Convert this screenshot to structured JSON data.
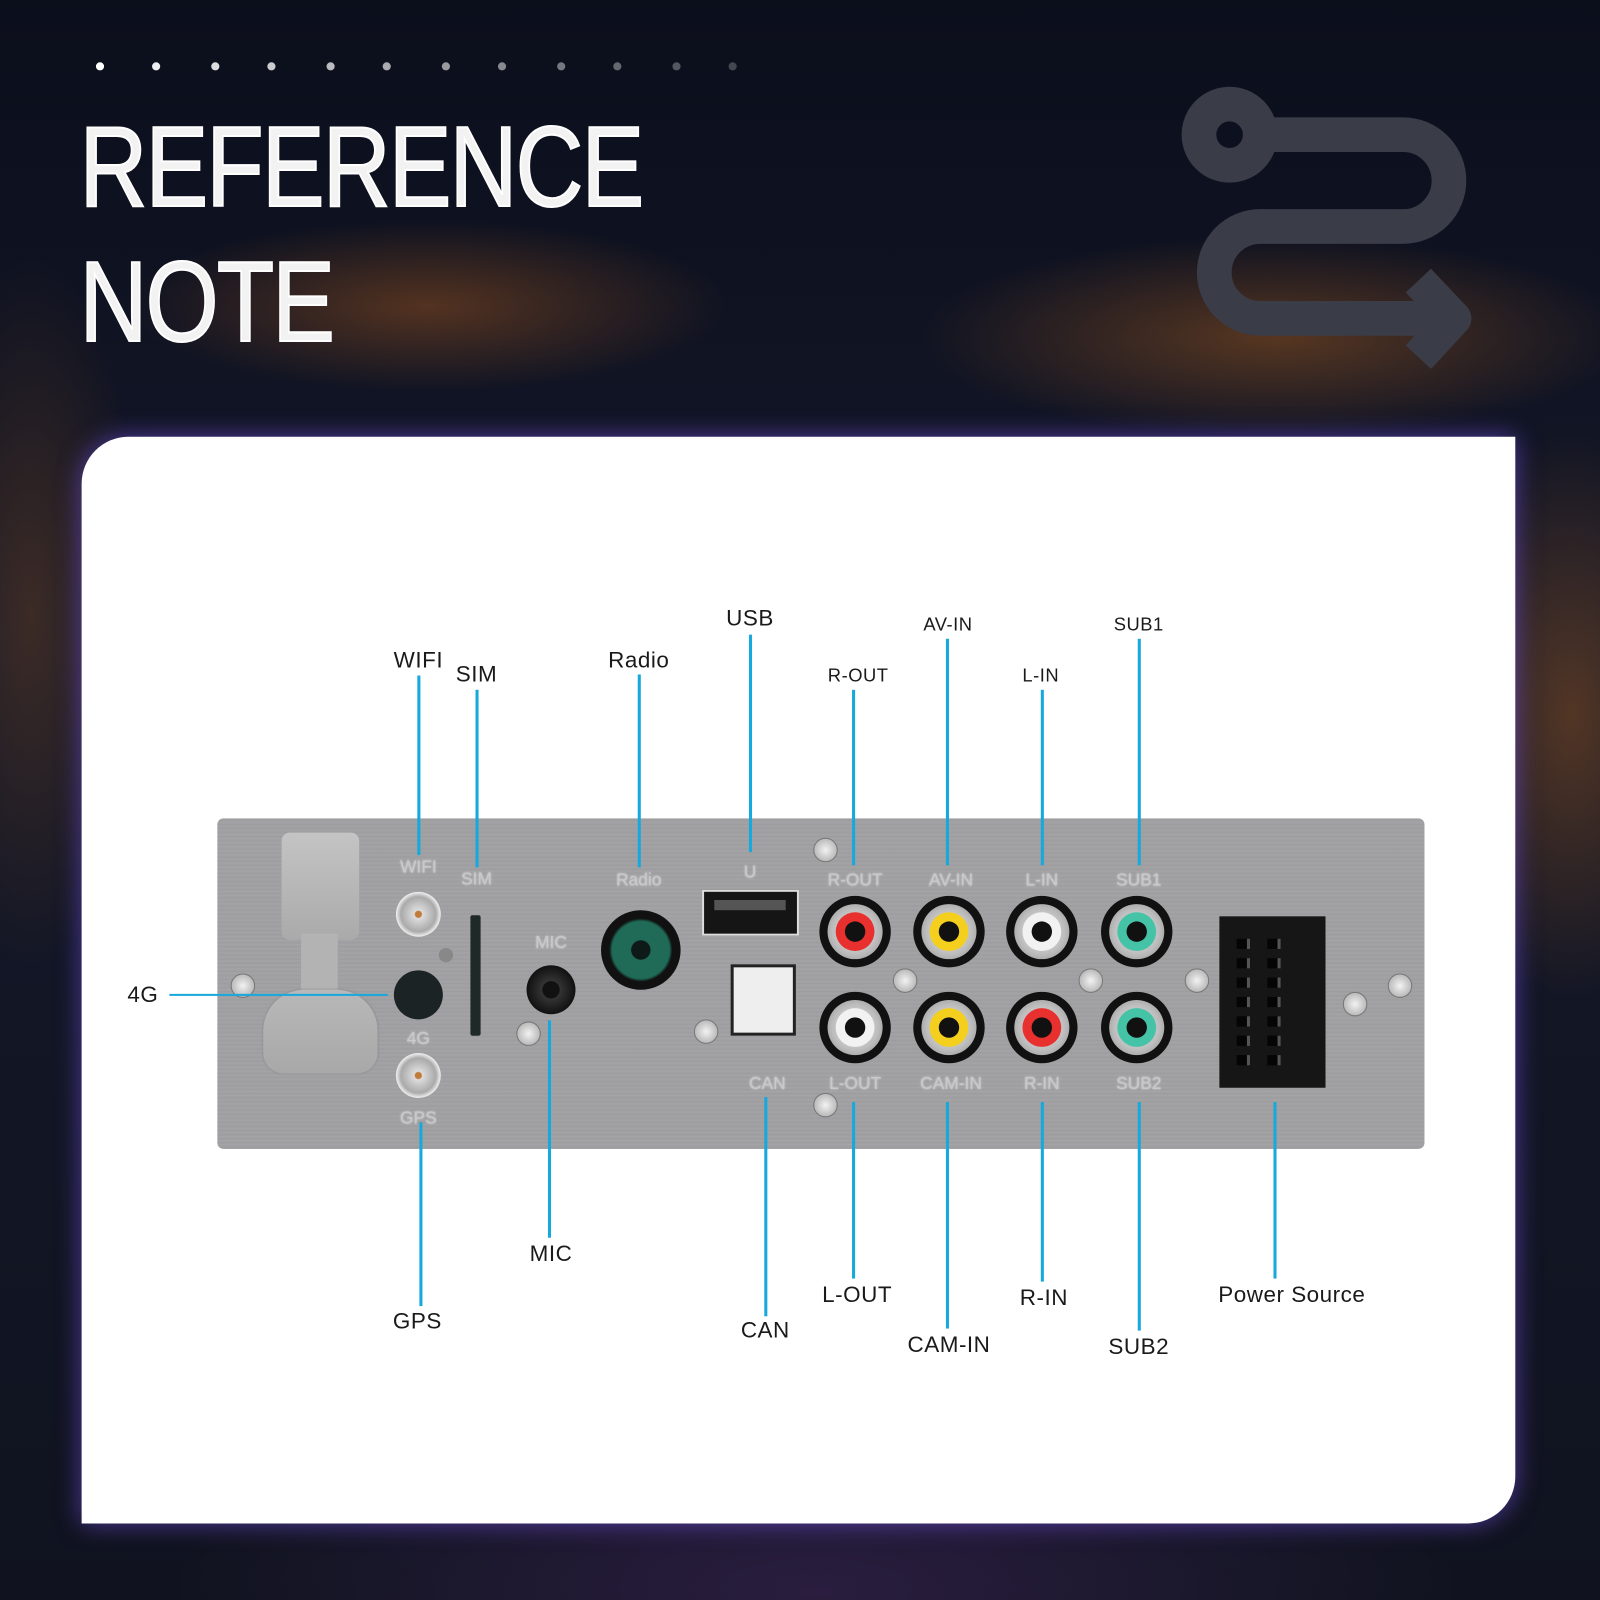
{
  "heading": {
    "line1": "REFERENCE",
    "line2": "NOTE"
  },
  "colors": {
    "callout_line": "#17a8dd",
    "card": "#ffffff",
    "panel": "#a1a1a3",
    "rca_red": "#e8312f",
    "rca_yellow": "#f4cf1e",
    "rca_white": "#f2f2f2",
    "rca_teal": "#45c3a6"
  },
  "callouts": [
    {
      "label": "WIFI"
    },
    {
      "label": "SIM"
    },
    {
      "label": "Radio"
    },
    {
      "label": "USB"
    },
    {
      "label": "R-OUT"
    },
    {
      "label": "AV-IN"
    },
    {
      "label": "L-IN"
    },
    {
      "label": "SUB1"
    },
    {
      "label": "4G"
    },
    {
      "label": "GPS"
    },
    {
      "label": "MIC"
    },
    {
      "label": "CAN"
    },
    {
      "label": "L-OUT"
    },
    {
      "label": "CAM-IN"
    },
    {
      "label": "R-IN"
    },
    {
      "label": "SUB2"
    },
    {
      "label": "Power Source"
    }
  ],
  "panel_labels": [
    "WIFI",
    "SIM",
    "Radio",
    "U",
    "R-OUT",
    "AV-IN",
    "L-IN",
    "SUB1",
    "MIC",
    "4G",
    "GPS",
    "CAN",
    "L-OUT",
    "CAM-IN",
    "R-IN",
    "SUB2"
  ],
  "icons": {
    "route": "route-arrow-icon"
  }
}
